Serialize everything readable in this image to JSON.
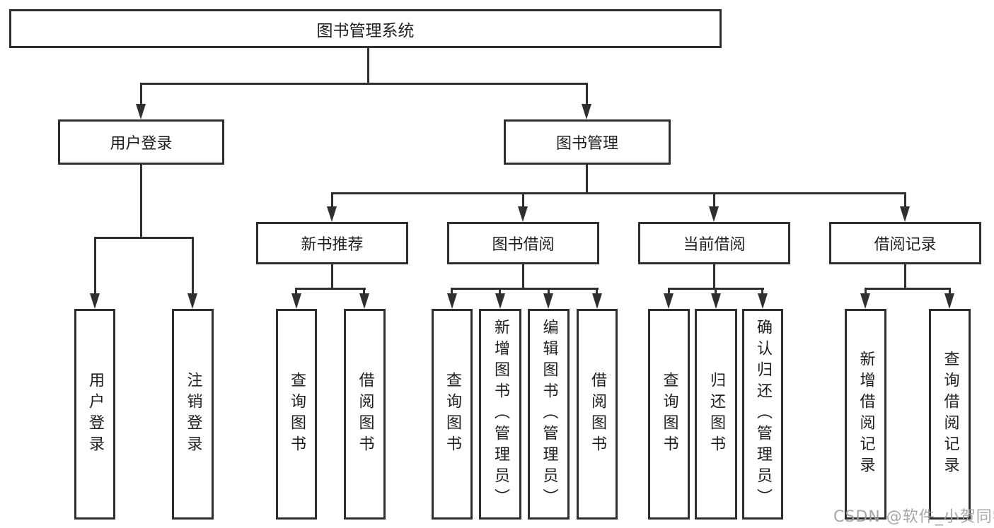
{
  "colors": {
    "line": "#2f2f2f",
    "text": "#1e1e1e",
    "background": "#ffffff",
    "watermark_text_color": "#9e9e9e"
  },
  "watermark": "CSDN @软件_小贺同学",
  "tree": {
    "root": {
      "label": "图书管理系统"
    },
    "branches": [
      {
        "label": "用户登录",
        "children": [
          {
            "label": "用户登录"
          },
          {
            "label": "注销登录"
          }
        ]
      },
      {
        "label": "图书管理",
        "children": [
          {
            "label": "新书推荐",
            "children": [
              {
                "label": "查询图书"
              },
              {
                "label": "借阅图书"
              }
            ]
          },
          {
            "label": "图书借阅",
            "children": [
              {
                "label": "查询图书"
              },
              {
                "label": "新增图书（管理员）"
              },
              {
                "label": "编辑图书（管理员）"
              },
              {
                "label": "借阅图书"
              }
            ]
          },
          {
            "label": "当前借阅",
            "children": [
              {
                "label": "查询图书"
              },
              {
                "label": "归还图书"
              },
              {
                "label": "确认归还（管理员）"
              }
            ]
          },
          {
            "label": "借阅记录",
            "children": [
              {
                "label": "新增借阅记录"
              },
              {
                "label": "查询借阅记录"
              }
            ]
          }
        ]
      }
    ]
  }
}
